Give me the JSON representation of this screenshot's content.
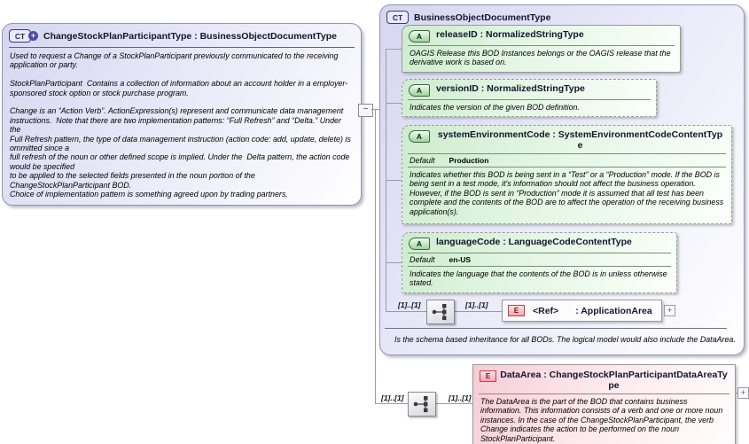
{
  "colors": {
    "complex_type_fill": "#d6d6f1",
    "attribute_fill": "#cdeccd",
    "element_fill": "#f6ccd4",
    "element_icon_border": "#c2404e",
    "connector_line": "#9b9ba8"
  },
  "left_box": {
    "kind_icon": "CT",
    "expand_badge": "+",
    "title": "ChangeStockPlanParticipantType : BusinessObjectDocumentType",
    "documentation": "Used to request a Change of a StockPlanParticipant previously communicated to the receiving application or party.\n\nStockPlanParticipant  Contains a collection of information about an account holder in a employer-sponsored stock option or stock purchase program.\n\nChange is an “Action Verb”. ActionExpression(s) represent and communicate data management instructions.  Note that there are two implementation patterns: “Full Refresh” and “Delta.” Under the\nFull Refresh pattern, the type of data management instruction (action code: add, update, delete) is ommitted since a\nfull refresh of the noun or other defined scope is implied. Under the  Delta pattern, the action code would be specified\nto be applied to the selected fields presented in the noun portion of the\nChangeStockPlanParticipant BOD.\nChoice of implementation pattern is something agreed upon by trading partners."
  },
  "collapse_toggle": "−",
  "right_box": {
    "kind_icon": "CT",
    "title": "BusinessObjectDocumentType",
    "attributes": [
      {
        "kind_icon": "A",
        "title": "releaseID : NormalizedStringType",
        "doc": "OAGIS Release this BOD Instances belongs or the OAGIS release that the derivative work is based on."
      },
      {
        "kind_icon": "A",
        "title": "versionID : NormalizedStringType",
        "doc": "Indicates the version of the given BOD definition."
      },
      {
        "kind_icon": "A",
        "title": "systemEnvironmentCode : SystemEnvironmentCodeContentType",
        "default_label": "Default",
        "default_value": "Production",
        "doc": "Indicates whether this BOD is being sent in a “Test” or a “Production” mode. If the BOD is being sent in a test mode, it's information should not affect the business operation. However, if the BOD is sent in “Production” mode it is assumed that all test has been complete and the contents of the BOD are to affect the operation of the receiving business application(s)."
      },
      {
        "kind_icon": "A",
        "title": "languageCode : LanguageCodeContentType",
        "default_label": "Default",
        "default_value": "en-US",
        "doc": "Indicates the language that the contents of the BOD is in unless otherwise stated."
      }
    ],
    "sequence_row": {
      "cardinality_left": "[1]..[1]",
      "cardinality_right": "[1]..[1]"
    },
    "ref_element": {
      "kind_icon": "E",
      "name": "<Ref>",
      "type": ": ApplicationArea",
      "expand_icon": "+"
    },
    "footer_doc": "Is the schema based inheritance for all BODs. The logical model would also include the DataArea."
  },
  "data_area_row": {
    "cardinality_left": "[1]..[1]",
    "cardinality_right": "[1]..[1]",
    "expand_icon": "+",
    "element": {
      "kind_icon": "E",
      "title": "DataArea : ChangeStockPlanParticipantDataAreaType",
      "doc": "The DataArea is the part of the BOD that contains business information. This information consists of a verb and one or more noun instances. In the case of the ChangeStockPlanParticipant, the verb Change indicates the action to be performed on the noun StockPlanParticipant."
    }
  }
}
